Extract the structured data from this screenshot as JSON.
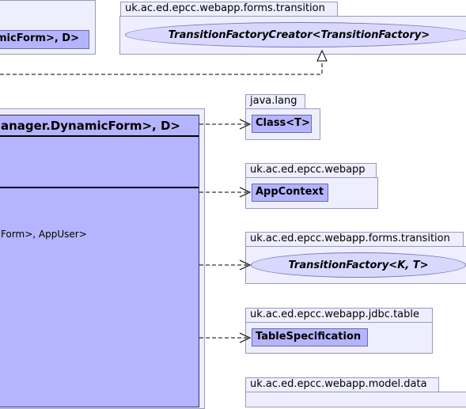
{
  "packages": {
    "transition_top": {
      "name": "uk.ac.ed.epcc.webapp.forms.transition",
      "interface": "TransitionFactoryCreator<TransitionFactory>"
    },
    "java_lang": {
      "name": "java.lang",
      "class": "Class<T>"
    },
    "webapp": {
      "name": "uk.ac.ed.epcc.webapp",
      "class": "AppContext"
    },
    "transition_mid": {
      "name": "uk.ac.ed.epcc.webapp.forms.transition",
      "interface": "TransitionFactory<K, T>"
    },
    "jdbc_table": {
      "name": "uk.ac.ed.epcc.webapp.jdbc.table",
      "class": "TableSpecification"
    },
    "model_data": {
      "name": "uk.ac.ed.epcc.webapp.model.data"
    }
  },
  "left_partial": {
    "class_label": "micForm>, D>"
  },
  "main_class": {
    "title": "anager.DynamicForm>, D>",
    "operation_text": "Form>, AppUser>"
  }
}
